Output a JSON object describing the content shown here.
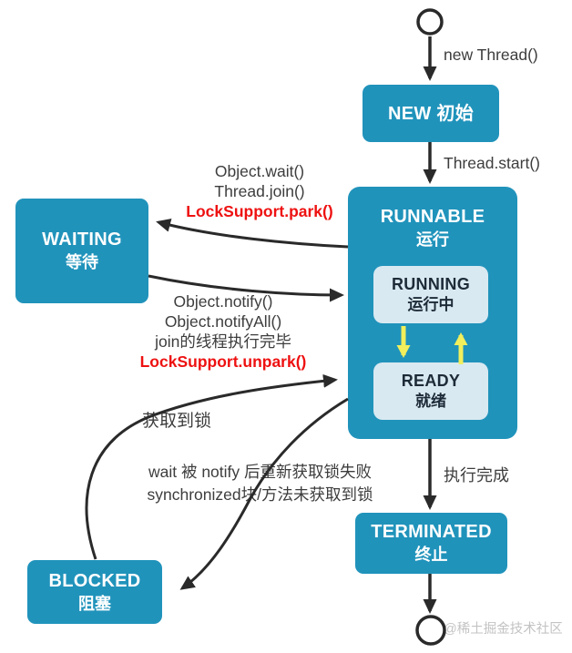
{
  "diagram": {
    "nodes": {
      "new": {
        "name": "NEW 初始"
      },
      "runnable": {
        "name": "RUNNABLE",
        "sub": "运行"
      },
      "running": {
        "name": "RUNNING",
        "sub": "运行中"
      },
      "ready": {
        "name": "READY",
        "sub": "就绪"
      },
      "waiting": {
        "name": "WAITING",
        "sub": "等待"
      },
      "blocked": {
        "name": "BLOCKED",
        "sub": "阻塞"
      },
      "terminated": {
        "name": "TERMINATED",
        "sub": "终止"
      }
    },
    "edges": {
      "new_thread": "new Thread()",
      "thread_start": "Thread.start()",
      "runnable_to_waiting": [
        "Object.wait()",
        "Thread.join()",
        "LockSupport.park()"
      ],
      "waiting_to_runnable": [
        "Object.notify()",
        "Object.notifyAll()",
        "join的线程执行完毕",
        "LockSupport.unpark()"
      ],
      "blocked_to_runnable": "获取到锁",
      "to_blocked": [
        "wait 被 notify 后重新获取锁失败",
        "synchronized块/方法未获取到锁"
      ],
      "runnable_to_terminated": "执行完成"
    },
    "watermark": "@稀土掘金技术社区",
    "colors": {
      "node_fill": "#2093bb",
      "node_text": "#ffffff",
      "inner_node_fill": "#d9e9f1",
      "inner_node_text": "#1d2b38",
      "arrow": "#2a2a2a",
      "highlight_arrow": "#f1ef5c",
      "label_text": "#3d3d3d",
      "label_highlight": "#ee1111",
      "watermark": "#c3c3c3",
      "background": "#ffffff"
    }
  }
}
